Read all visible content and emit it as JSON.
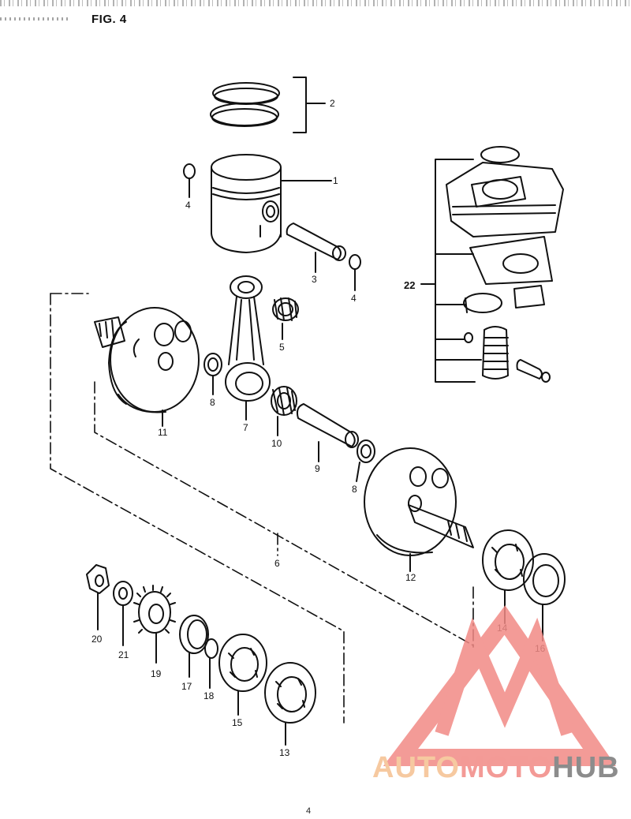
{
  "header": {
    "figure_label": "FIG. 4"
  },
  "footer": {
    "page_number": "4"
  },
  "watermark": {
    "part1": "AUTO",
    "part2": "MOTO",
    "part3": "HUB",
    "colors": {
      "part1": "#f6c9a0",
      "part2": "#f39a96",
      "part3": "#8c8c8c",
      "logo": "#f28a86"
    }
  },
  "callouts": {
    "c1": "1",
    "c2": "2",
    "c3": "3",
    "c4a": "4",
    "c4b": "4",
    "c5": "5",
    "c6": "6",
    "c7": "7",
    "c8a": "8",
    "c8b": "8",
    "c9": "9",
    "c10": "10",
    "c11": "11",
    "c12": "12",
    "c13": "13",
    "c14": "14",
    "c15": "15",
    "c16": "16",
    "c17": "17",
    "c18": "18",
    "c19": "19",
    "c20": "20",
    "c21": "21",
    "c22": "22"
  }
}
